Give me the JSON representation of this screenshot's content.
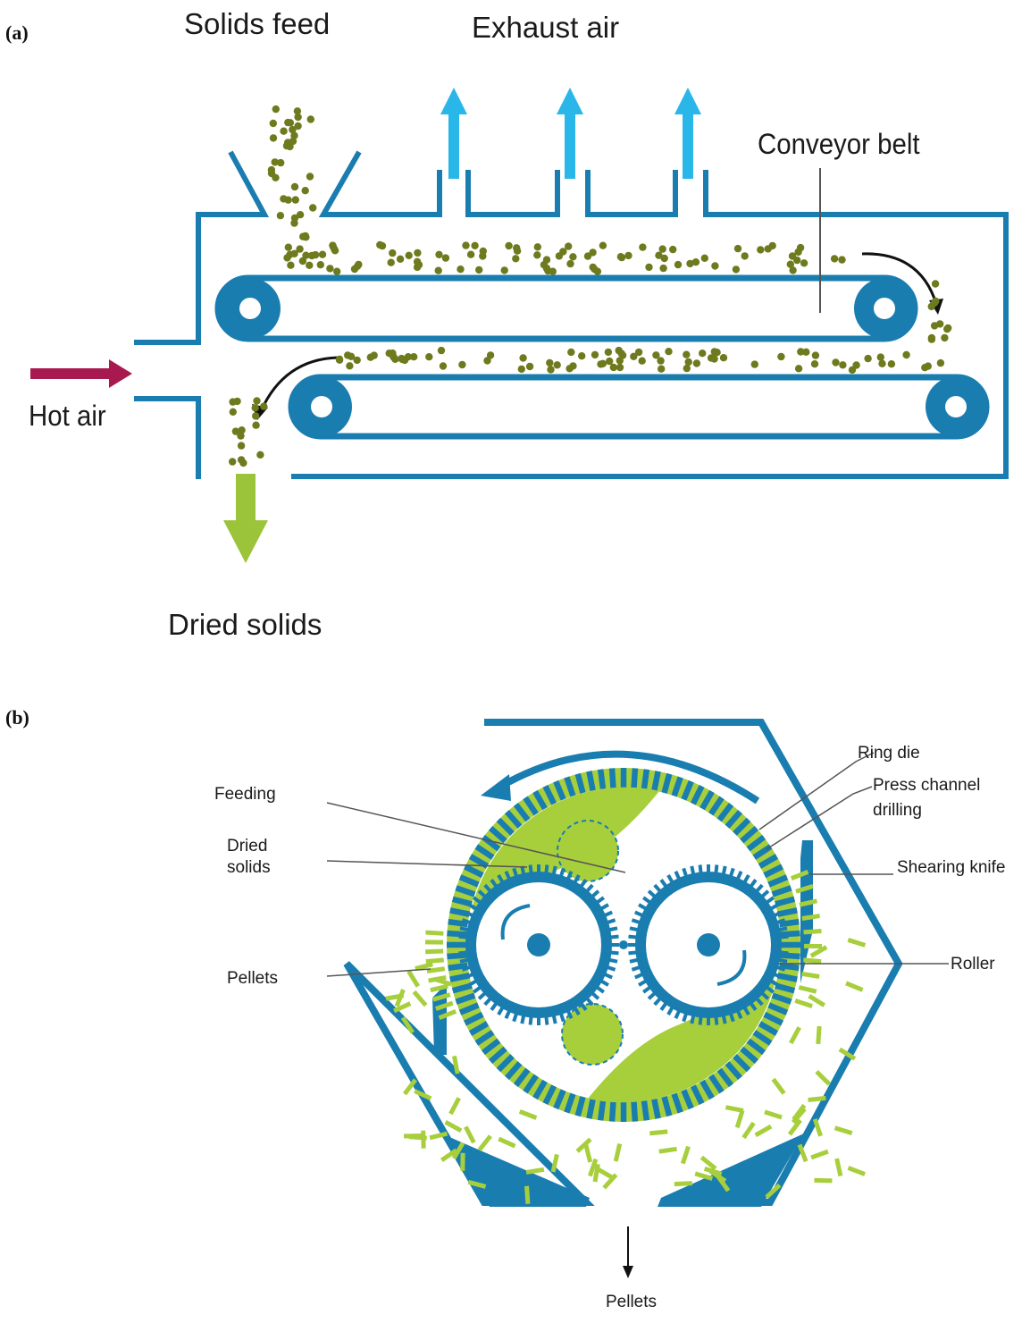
{
  "panel_a": {
    "tag": "(a)",
    "solids_feed": "Solids feed",
    "exhaust_air": "Exhaust air",
    "conveyor_belt": "Conveyor belt",
    "hot_air": "Hot air",
    "dried_solids": "Dried solids"
  },
  "panel_b": {
    "tag": "(b)",
    "ring_die": "Ring die",
    "press_channel_1": "Press channel",
    "press_channel_2": "drilling",
    "feeding": "Feeding",
    "dried_solids_1": "Dried",
    "dried_solids_2": "solids",
    "shearing_knife": "Shearing knife",
    "pellets_left": "Pellets",
    "roller": "Roller",
    "pellets_bottom": "Pellets"
  },
  "colors": {
    "structure_blue": "#1a7db0",
    "exhaust_cyan": "#29b6e8",
    "hot_air_magenta": "#a8194f",
    "dried_green": "#9bc43a",
    "particle_olive": "#6f7a1e",
    "light_green": "#a7cf3c"
  }
}
